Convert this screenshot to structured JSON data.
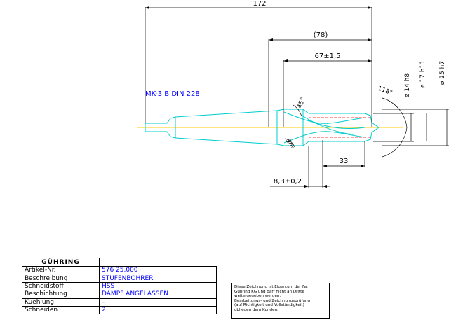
{
  "dimensions": {
    "overall_length": "172",
    "ref_length": "(78)",
    "step_length": "67±1,5",
    "short_length": "33",
    "tolerance_len": "8,3±0,2",
    "d1": "ø 14 h8",
    "d2": "ø 17 h11",
    "d3": "ø 25 h7",
    "angle_point": "118°",
    "angle_chamfer": "45°",
    "angle_step": "90°"
  },
  "shank_label": "MK-3 B DIN 228",
  "logo": "GÜHRING",
  "table": {
    "rows": [
      {
        "label": "Artikel-Nr.",
        "value": "576 25,000"
      },
      {
        "label": "Beschreibung",
        "value": "STUFENBOHRER"
      },
      {
        "label": "Schneidstoff",
        "value": "HSS"
      },
      {
        "label": "Beschichtung",
        "value": "DAMPF ANGELASSEN"
      },
      {
        "label": "Kuehlung",
        "value": "–"
      },
      {
        "label": "Schneiden",
        "value": "2"
      }
    ]
  },
  "notice": [
    "Diese Zeichnung ist Eigentum der Fa.",
    "Gühring KG und darf nicht an Dritte",
    "weitergegeben werden.",
    "Bearbeitungs- und Zeichnungsprüfung",
    "(auf Richtigkeit und Vollständigkeit)",
    "obliegen dem Kunden."
  ],
  "colors": {
    "geometry": "#00cccc",
    "dimension": "#000000",
    "label": "#0000ff",
    "centerline": "#ffcc00",
    "hidden": "#ff0000"
  }
}
